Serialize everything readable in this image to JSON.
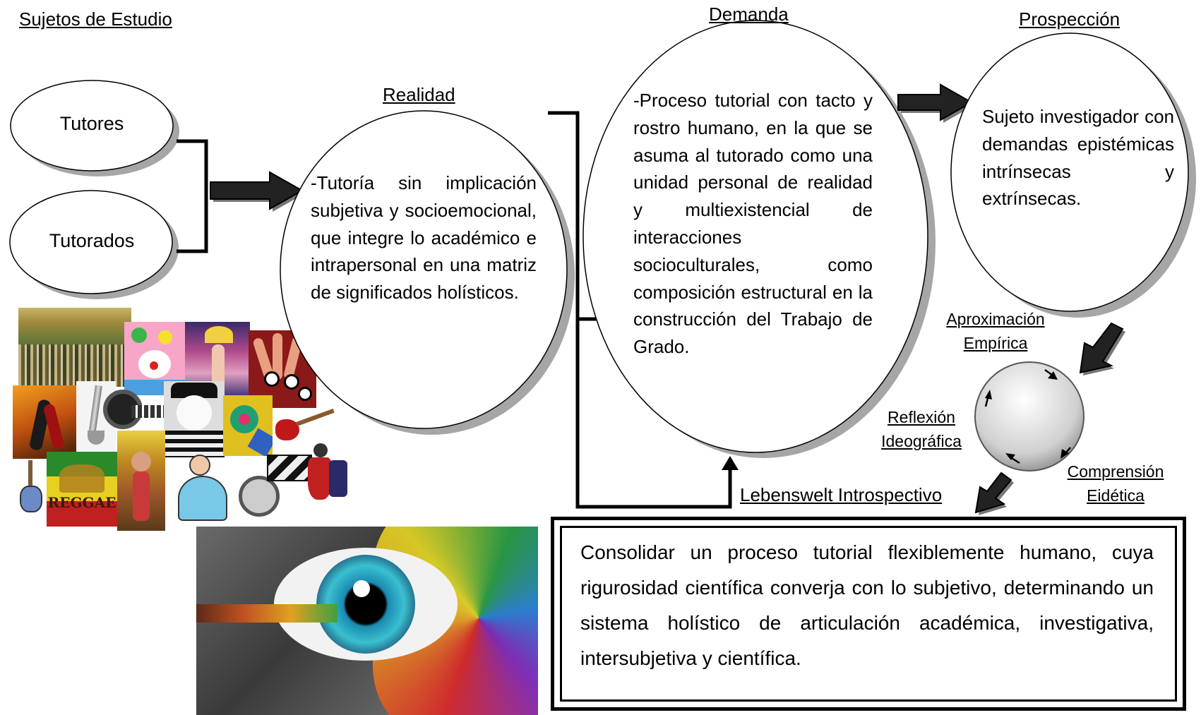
{
  "headings": {
    "sujetos": "Sujetos de Estudio",
    "realidad": "Realidad",
    "demanda": "Demanda",
    "prospeccion": "Prospección"
  },
  "subjects": {
    "tutores": "Tutores",
    "tutorados": "Tutorados"
  },
  "realidad_text": "-Tutoría sin implicación subjetiva y socioemocional, que integre lo académico e intrapersonal en una matriz de significados holísticos.",
  "demanda_text": "-Proceso tutorial con tacto y rostro humano, en la que se asuma al tutorado como una unidad personal de realidad y multiexistencial de interacciones socioculturales, como composición estructural en la construcción del Trabajo de Grado.",
  "prospeccion_text": "Sujeto investigador con demandas epistémicas intrínsecas y extrínsecas.",
  "cycle": {
    "aproximacion_1": "Aproximación",
    "aproximacion_2": "Empírica",
    "reflexion_1": "Reflexión",
    "reflexion_2": "Ideográfica",
    "comprension_1": "Comprensión",
    "comprension_2": "Eidética"
  },
  "lebenswelt": "Lebenswelt Introspectivo",
  "conclusion": "Consolidar un proceso tutorial flexiblemente humano, cuya rigurosidad científica converja con lo subjetivo, determinando un sistema holístico de articulación académica, investigativa, intersubjetiva y científica.",
  "collage_text": {
    "reggae": "REGGAE"
  },
  "colors": {
    "shadow": "#a6a6a6",
    "line": "#000000"
  }
}
